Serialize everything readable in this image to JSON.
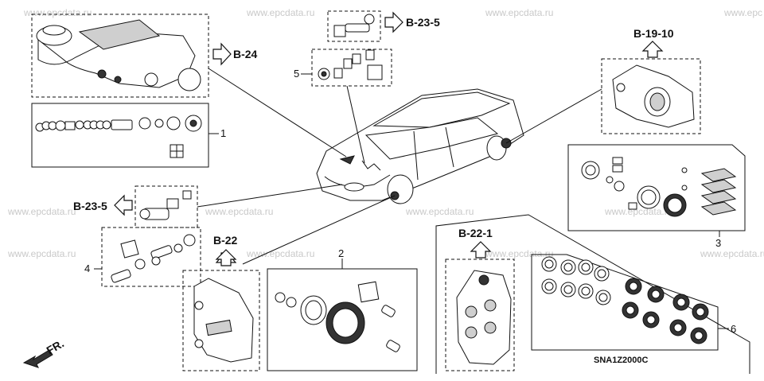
{
  "watermarks": [
    "www.epcdata.ru",
    "www.epcdata.ru",
    "www.epcdata.ru",
    "www.epc",
    "www.epcdata.ru",
    "www.epcdata.ru",
    "www.epcdata.ru",
    "www.epcdata.ru",
    "www.epcdata.ru",
    "www.epcdata.ru",
    "www.epcdata.ru",
    "www.epcdata.ru"
  ],
  "references": {
    "b24": "B-24",
    "b23_5_top": "B-23-5",
    "b19_10": "B-19-10",
    "b23_5_left": "B-23-5",
    "b22": "B-22",
    "b22_1": "B-22-1"
  },
  "callouts": {
    "c1": "1",
    "c2": "2",
    "c3": "3",
    "c4": "4",
    "c5": "5",
    "c6": "6"
  },
  "front_label": "FR.",
  "diagram_code": "SNA1Z2000C"
}
